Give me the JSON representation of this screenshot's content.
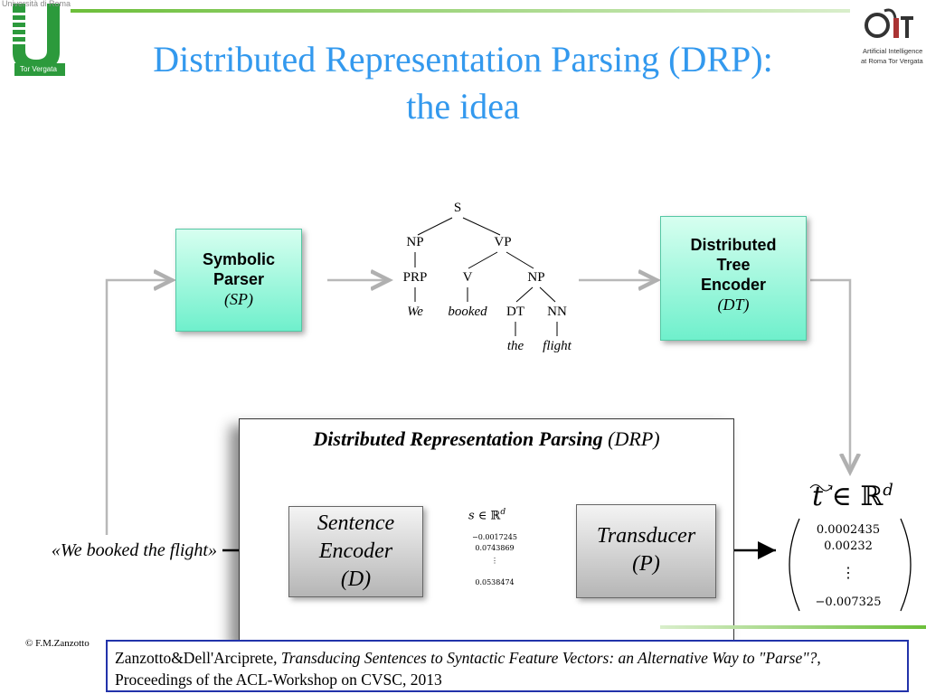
{
  "header": {
    "title_line1": "Distributed Representation Parsing (DRP):",
    "title_line2": "the idea",
    "logo_left_university": "Università di Roma",
    "logo_left_name": "Tor Vergata",
    "logo_right_line1": "Artificial Intelligence",
    "logo_right_line2": "at Roma Tor Vergata"
  },
  "diagram": {
    "symbolic_parser": {
      "line1": "Symbolic",
      "line2": "Parser",
      "abbr": "(SP)"
    },
    "distributed_tree_encoder": {
      "line1": "Distributed",
      "line2": "Tree",
      "line3": "Encoder",
      "abbr": "(DT)"
    },
    "tree": {
      "S": "S",
      "NP": "NP",
      "VP": "VP",
      "PRP": "PRP",
      "V": "V",
      "NP2": "NP",
      "DT": "DT",
      "NN": "NN",
      "we": "We",
      "booked": "booked",
      "the": "the",
      "flight": "flight"
    },
    "drp_panel": {
      "title_bold": "Distributed Representation Parsing",
      "title_abbr": "(DRP)"
    },
    "sentence_encoder": {
      "line1": "Sentence",
      "line2": "Encoder",
      "line3": "(D)"
    },
    "transducer": {
      "line1": "Transducer",
      "line2": "(P)"
    },
    "input_sentence": "«We booked the flight»",
    "s_vector": {
      "label_var": "s",
      "label_rest": " ∈ ℝ",
      "label_exp": "d",
      "v1": "−0.0017245",
      "v2": "0.0743869",
      "vdots": "⋮",
      "v3": "0.0538474"
    },
    "t_vector": {
      "label_var": "t",
      "label_rest": " ∈ ℝ",
      "label_exp": "d",
      "v1": "0.0002435",
      "v2": "0.00232",
      "vdots": "⋮",
      "v3": "−0.007325"
    }
  },
  "footer": {
    "copyright": "© F.M.Zanzotto",
    "ref_authors": "Zanzotto&Dell'Arciprete, ",
    "ref_title": "Transducing Sentences to Syntactic Feature Vectors: an Alternative Way to \"Parse\"?",
    "ref_venue": ", Proceedings of the ACL-Workshop on CVSC, 2013"
  },
  "colors": {
    "title": "#3399ee",
    "green_box": "#6ff0cc",
    "ref_border": "#2233aa",
    "accent_green": "#6cbf3a"
  },
  "icons": [
    "university-logo-icon",
    "art-lab-logo-icon"
  ]
}
